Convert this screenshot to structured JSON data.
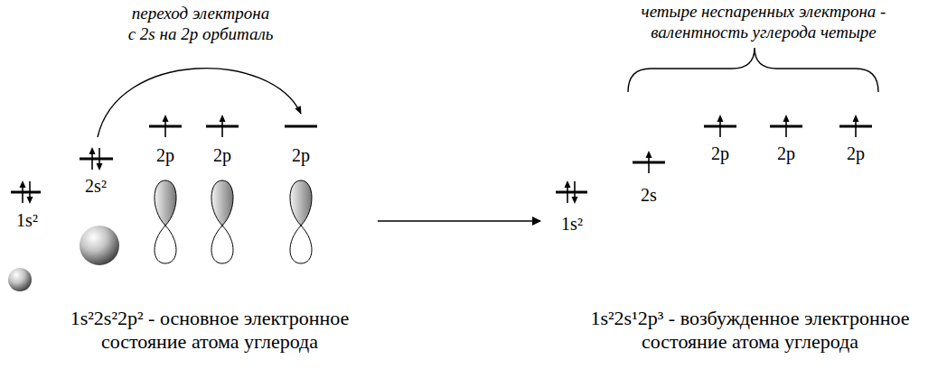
{
  "diagram": {
    "labels": [
      "переход электрона с 2s на 2p орбиталь",
      "2p",
      "2p",
      "2p",
      "1s²",
      "2s²",
      "1s²2s²2p² - основное электронное состояние атома углерода",
      "четыре неспаренных электрона - валентность углерода четыре",
      "2p",
      "2p",
      "2p",
      "1s²",
      "2s",
      "1s²2s¹2p³ - возбужденное электронное состояние атома углерода"
    ]
  }
}
